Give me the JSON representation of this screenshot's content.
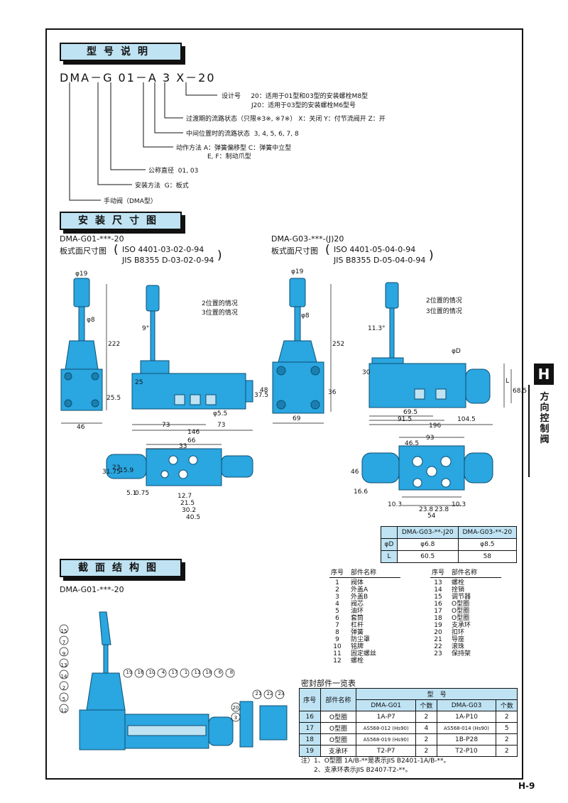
{
  "sections": {
    "model": "型号说明",
    "mount": "安装尺寸图",
    "section": "截面结构图"
  },
  "model_code": "DMA－G 01－A 3 X－20",
  "model_items": [
    {
      "label": "设计号",
      "desc": "20：适用于01型和03型的安装螺栓M8型"
    },
    {
      "label": "",
      "desc": "J20：适用于03型的安装螺栓M6型号"
    },
    {
      "label": "过渡期的流路状态（只限※3※, ※7※）",
      "desc": "X：关闭  Y：付节流阀开  Z：开"
    },
    {
      "label": "中间位置时的流路状态",
      "desc": "3, 4, 5, 6, 7, 8"
    },
    {
      "label": "动作方法",
      "desc": "A：弹簧偏移型  C：弹簧中立型"
    },
    {
      "label": "",
      "desc": "E, F：制动爪型"
    },
    {
      "label": "公称直径",
      "desc": "01, 03"
    },
    {
      "label": "安装方法",
      "desc": "G：板式"
    },
    {
      "label": "手动阀（DMA型）",
      "desc": ""
    }
  ],
  "mount": {
    "left_model": "DMA-G01-***-20",
    "left_plate": "板式面尺寸图",
    "left_std1": "ISO 4401-03-02-0-94",
    "left_std2": "JIS B8355 D-03-02-0-94",
    "right_model": "DMA-G03-***-(J)20",
    "right_plate": "板式面尺寸图",
    "right_std1": "ISO 4401-05-04-0-94",
    "right_std2": "JIS B8355 D-05-04-0-94",
    "pos2": "2位置的情况",
    "pos3": "3位置的情况"
  },
  "dims_left": [
    "φ19",
    "φ8",
    "222",
    "25.5",
    "46",
    "9°",
    "25",
    "37.5",
    "48",
    "φ5.5",
    "73",
    "73",
    "146",
    "66",
    "33",
    "31.75",
    "23",
    "15.9",
    "5.1",
    "0.75",
    "12.7",
    "21.5",
    "30.2",
    "40.5"
  ],
  "dims_right": [
    "φ19",
    "φ8",
    "252",
    "36",
    "69",
    "11.3°",
    "φD",
    "30",
    "L",
    "68.5",
    "69.5",
    "91.5",
    "104.5",
    "196",
    "93",
    "46.5",
    "46",
    "16.6",
    "10.3",
    "23.8",
    "23.8",
    "54",
    "10.3"
  ],
  "dtable": {
    "h1": "DMA-G03-**-J20",
    "h2": "DMA-G03-**-20",
    "rows": [
      {
        "k": "φD",
        "a": "φ6.8",
        "b": "φ8.5"
      },
      {
        "k": "L",
        "a": "60.5",
        "b": "58"
      }
    ]
  },
  "section_model": "DMA-G01-***-20",
  "parts_header": {
    "no": "序号",
    "name": "部件名称"
  },
  "parts_left": [
    {
      "n": "1",
      "name": "阀体"
    },
    {
      "n": "2",
      "name": "外盖A"
    },
    {
      "n": "3",
      "name": "外盖B"
    },
    {
      "n": "4",
      "name": "阀芯"
    },
    {
      "n": "5",
      "name": "油环"
    },
    {
      "n": "6",
      "name": "套筒"
    },
    {
      "n": "7",
      "name": "杠杆"
    },
    {
      "n": "8",
      "name": "弹簧"
    },
    {
      "n": "9",
      "name": "防尘罩"
    },
    {
      "n": "10",
      "name": "铭牌"
    },
    {
      "n": "11",
      "name": "固定螺丝"
    },
    {
      "n": "12",
      "name": "螺栓"
    }
  ],
  "parts_right": [
    {
      "n": "13",
      "name": "螺栓"
    },
    {
      "n": "14",
      "name": "拴销"
    },
    {
      "n": "15",
      "name": "调节器"
    },
    {
      "n": "16",
      "name": "O型圈"
    },
    {
      "n": "17",
      "name": "O型圈"
    },
    {
      "n": "18",
      "name": "O型圈"
    },
    {
      "n": "19",
      "name": "支承环"
    },
    {
      "n": "20",
      "name": "扣环"
    },
    {
      "n": "21",
      "name": "导座"
    },
    {
      "n": "22",
      "name": "滚珠"
    },
    {
      "n": "23",
      "name": "保持架"
    }
  ],
  "seal": {
    "title": "密封部件一览表",
    "h_no": "序号",
    "h_name": "部件名称",
    "h_model": "型　号",
    "h_g01": "DMA-G01",
    "h_g03": "DMA-G03",
    "h_qty": "个数",
    "rows": [
      {
        "n": "16",
        "name": "O型圈",
        "g01": "1A-P7",
        "q1": "2",
        "g03": "1A-P10",
        "q3": "2"
      },
      {
        "n": "17",
        "name": "O型圈",
        "g01": "AS568-012 (Hs90)",
        "q1": "4",
        "g03": "AS568-014 (Hs90)",
        "q3": "5"
      },
      {
        "n": "18",
        "name": "O型圈",
        "g01": "AS568-019 (Hs90)",
        "q1": "2",
        "g03": "1B-P28",
        "q3": "2"
      },
      {
        "n": "19",
        "name": "支承环",
        "g01": "T2-P7",
        "q1": "2",
        "g03": "T2-P10",
        "q3": "2"
      }
    ]
  },
  "notes": [
    "注）1、O型圈 1A/B-**是表示JIS B2401-1A/B-**。",
    "2、支承环表示JIS B2407-T2-**。"
  ],
  "callouts_left": [
    "15",
    "7",
    "9",
    "13",
    "14",
    "2",
    "5",
    "12"
  ],
  "callouts_top": [
    "19",
    "16",
    "10",
    "4",
    "17",
    "1",
    "11",
    "18",
    "6",
    "8"
  ],
  "callouts_right": [
    "20",
    "3"
  ],
  "callouts_detail": [
    "21",
    "22",
    "23"
  ],
  "side_tab": "H",
  "side_text": "方向控制阀",
  "page_no": "H-9",
  "colors": {
    "blue": "#2aa6e0",
    "light": "#bfe3f3",
    "ink": "#111111"
  }
}
